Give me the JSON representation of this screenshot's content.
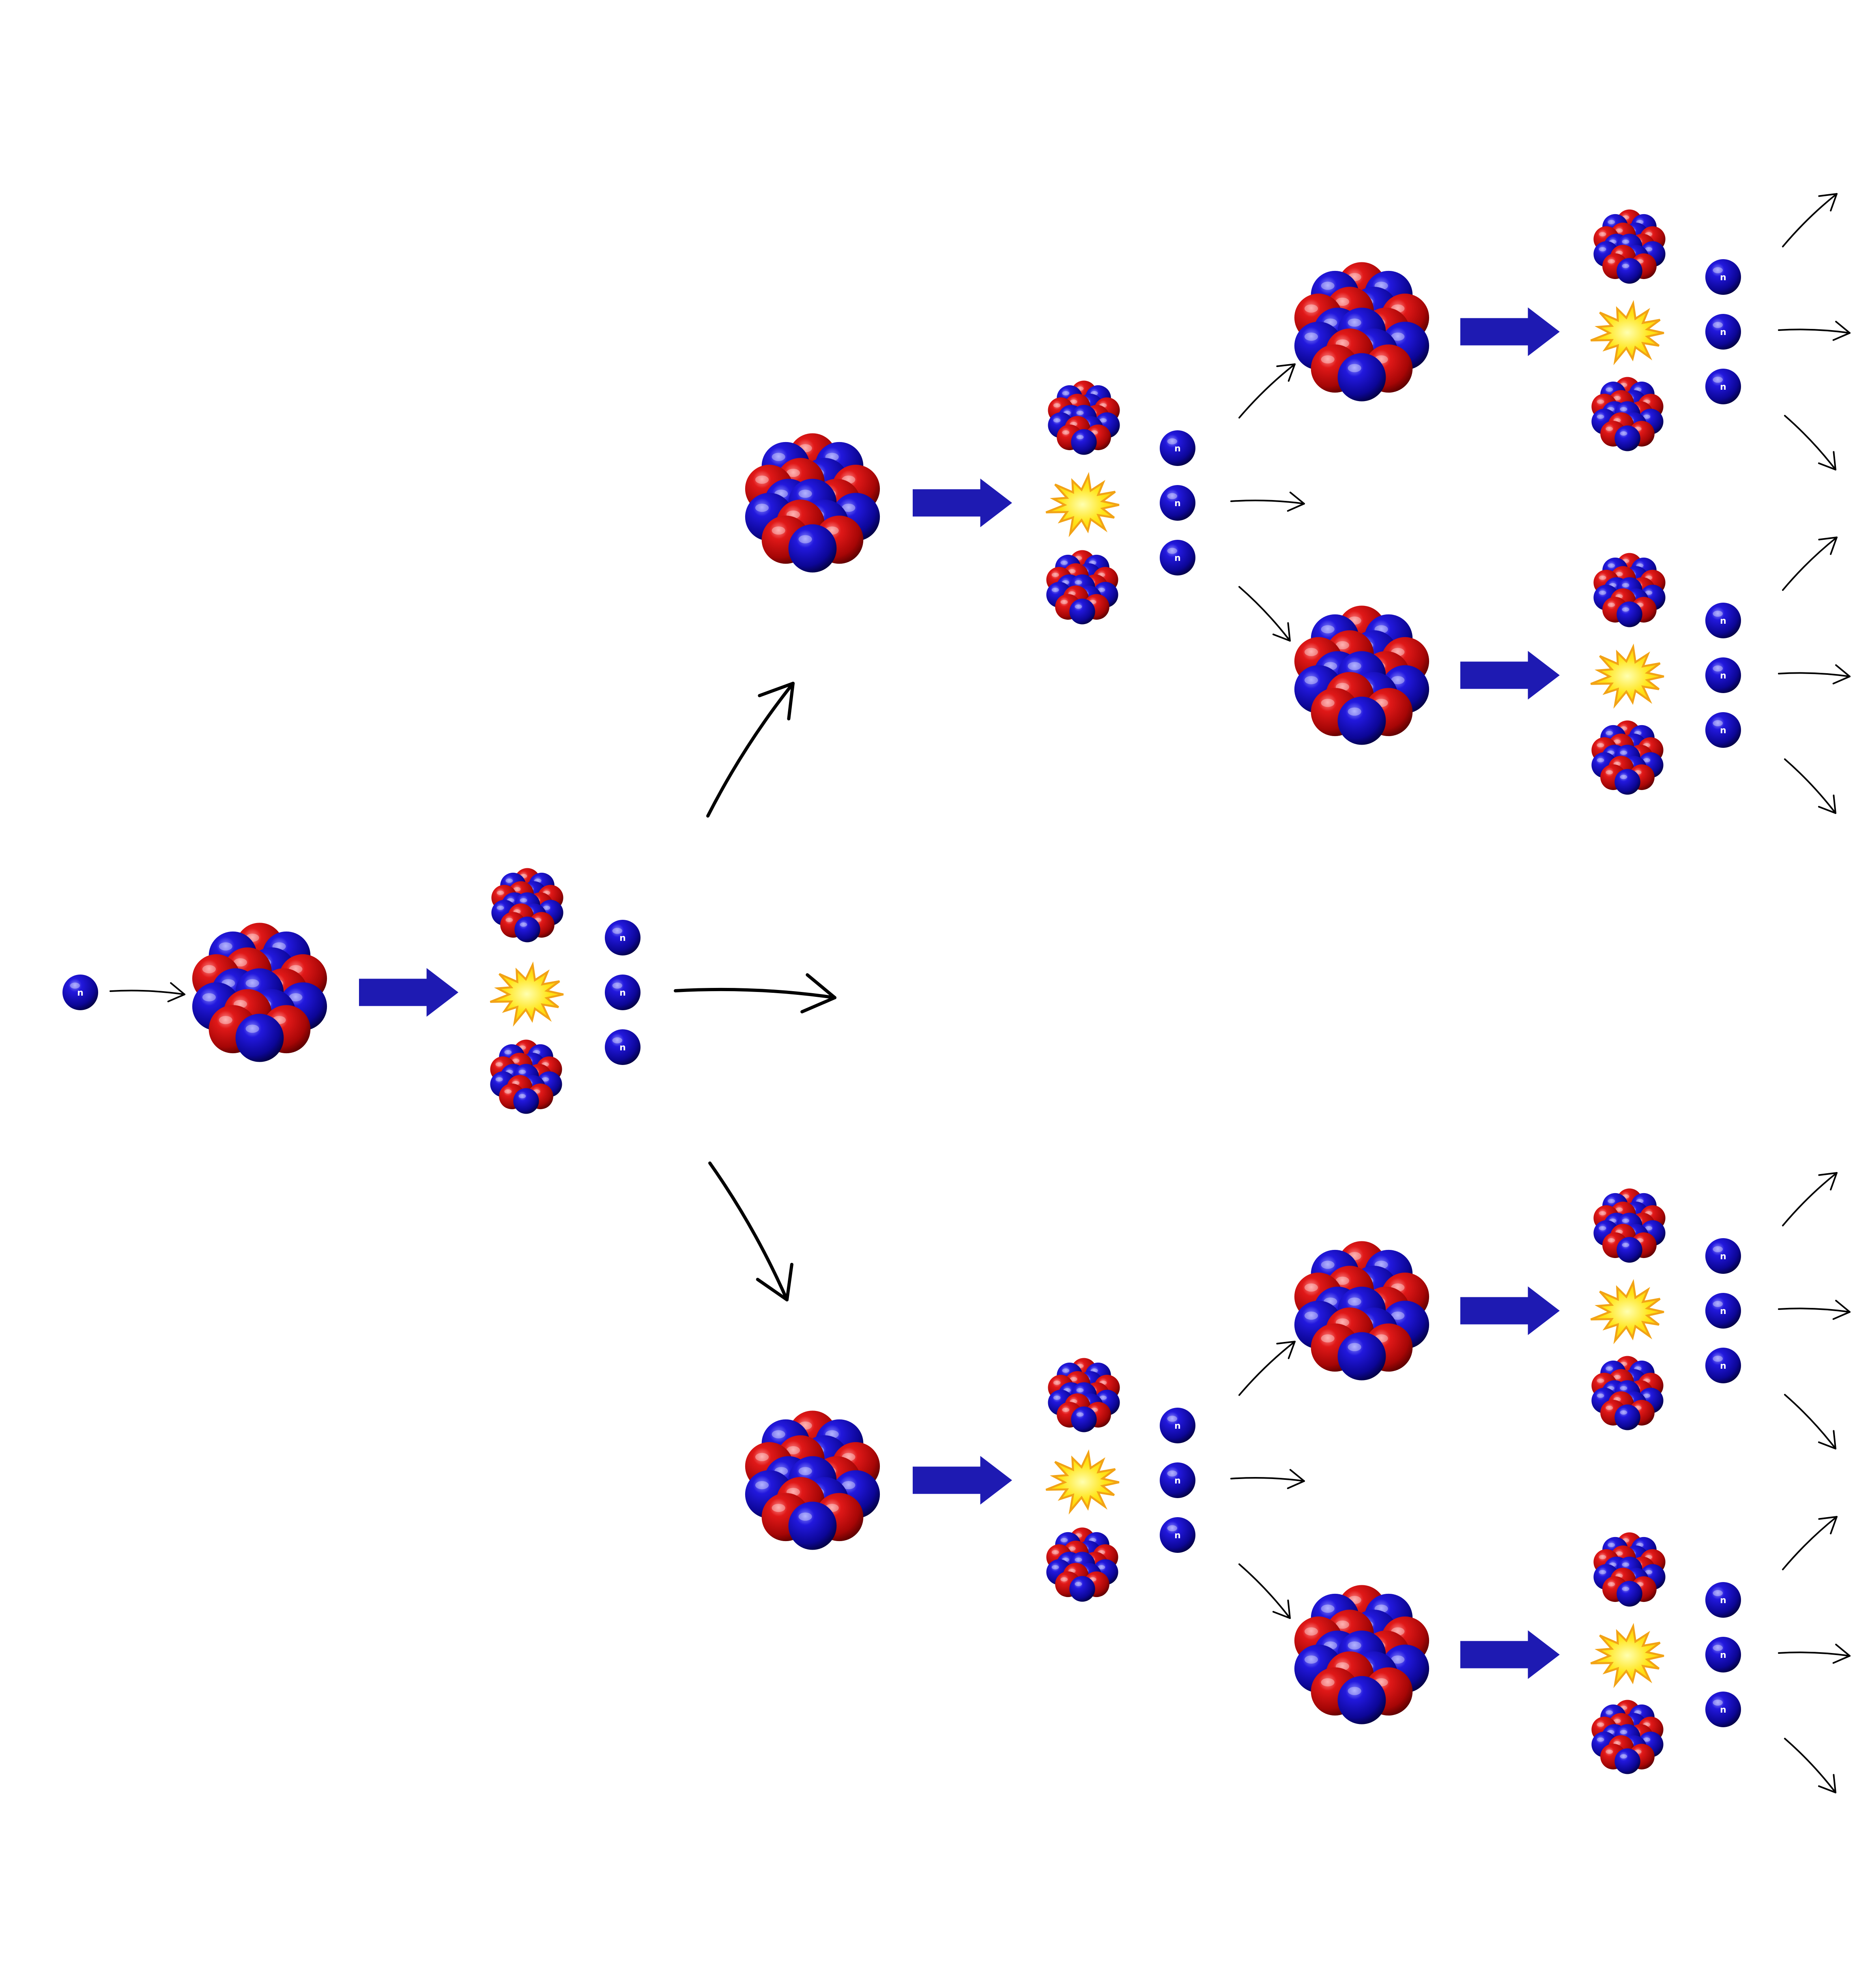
{
  "labels": {
    "neutron": "n"
  },
  "colors": {
    "proton": "#cc0a0a",
    "neutron": "#1a14c4",
    "fission_arrow": "#1e1ab2",
    "flow_arrow": "#000000",
    "burst_fill": "#ffe51a",
    "burst_stroke": "#f2a316",
    "background": "#ffffff"
  },
  "icons": {
    "incoming": "neutron-particle-icon",
    "target": "heavy-nucleus-icon",
    "fission": "fission-arrow-icon",
    "fragment": "fragment-nucleus-icon",
    "energy": "energy-burst-icon",
    "released": "released-neutron-icon",
    "flow": "flow-arrow-icon"
  },
  "structure": {
    "diagram_type": "chain reaction",
    "generations": 3,
    "neutrons_released_per_fission": 3,
    "fragments_per_fission": 2
  }
}
